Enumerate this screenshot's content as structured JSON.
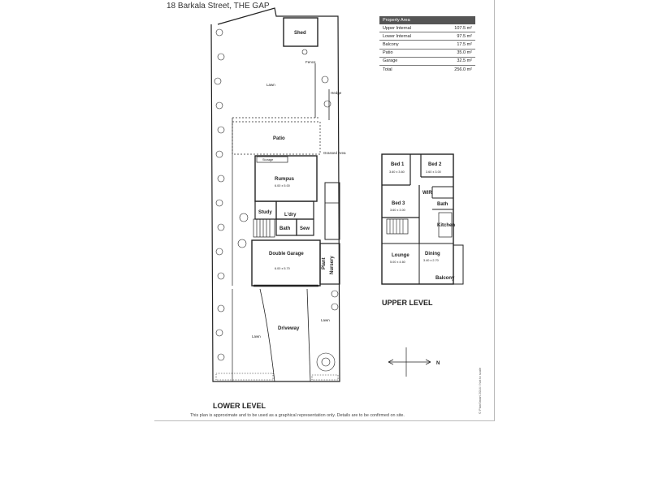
{
  "address": "18 Barkala Street, THE GAP",
  "property_area": {
    "title": "Property Area",
    "rows": [
      {
        "label": "Upper Internal",
        "value": "107.5 m²"
      },
      {
        "label": "Lower Internal",
        "value": "97.5 m²"
      },
      {
        "label": "Balcony",
        "value": "17.5 m²"
      },
      {
        "label": "Patio",
        "value": "35.0 m²"
      },
      {
        "label": "Garage",
        "value": "32.5 m²"
      }
    ],
    "total": {
      "label": "Total",
      "value": "256.0 m²"
    }
  },
  "lower_level": {
    "title": "LOWER LEVEL",
    "rooms": {
      "shed": "Shed",
      "fence": "Fence",
      "lawn_top": "Lawn",
      "hedge": "Hedge",
      "patio": "Patio",
      "grassed": "Grassed Area",
      "storage": "Storage",
      "rumpus": "Rumpus",
      "rumpus_dim": "6.00 x 5.00",
      "study": "Study",
      "laundry": "L'dry",
      "bath": "Bath",
      "sew": "Sew",
      "garage": "Double Garage",
      "garage_dim": "6.00 x 5.70",
      "plant": "Plant",
      "nursery": "Nursery",
      "driveway": "Driveway",
      "lawn_left": "Lawn",
      "lawn_right": "Lawn"
    }
  },
  "upper_level": {
    "title": "UPPER LEVEL",
    "rooms": {
      "bed1": "Bed 1",
      "bed1_dim": "3.60 x 3.60",
      "bed2": "Bed 2",
      "bed2_dim": "3.60 x 3.00",
      "bed3": "Bed 3",
      "bed3_dim": "3.60 x 3.00",
      "wir": "WIR",
      "bath": "Bath",
      "kitchen": "Kitchen",
      "lounge": "Lounge",
      "lounge_dim": "5.00 x 4.60",
      "dining": "Dining",
      "dining_dim": "3.40 x 2.70",
      "balcony": "Balcony"
    }
  },
  "compass": {
    "north": "N"
  },
  "disclaimer": "This plan is approximate and to be used as a graphical representation only. Details are to be confirmed on site.",
  "copyright": "© PlanSmart 2014 / Not to scale"
}
